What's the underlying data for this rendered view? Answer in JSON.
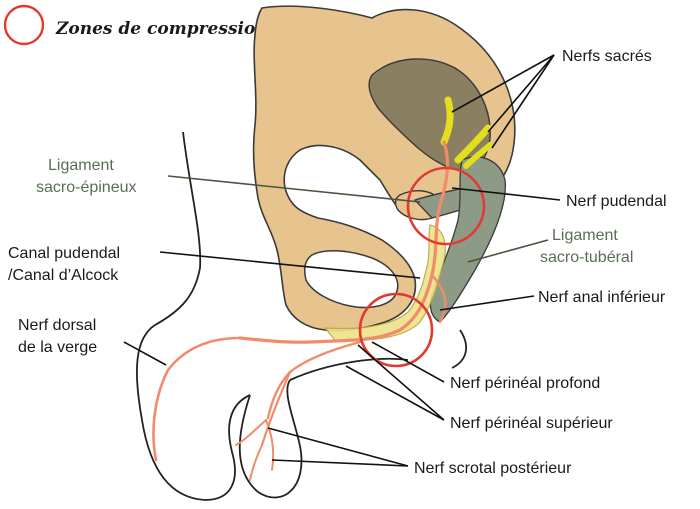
{
  "legend": {
    "text": "Zones de compression",
    "color": "#e23a30"
  },
  "colors": {
    "bone": "#e7c48e",
    "bone_stroke": "#3a3a3a",
    "bone_shadow": "#8b7f62",
    "ligament": "#8d9b86",
    "nerve_yellow": "#e3df1c",
    "nerve_orange": "#f28b6a",
    "skin_stroke": "#222222",
    "zone": "#e23a30"
  },
  "labels": {
    "nerfs_sacres": "Nerfs sacrés",
    "ligament_sacro_epineux_1": "Ligament",
    "ligament_sacro_epineux_2": "sacro-épineux",
    "nerf_pudendal": "Nerf pudendal",
    "canal_pudendal_1": "Canal pudendal",
    "canal_pudendal_2": "/Canal d’Alcock",
    "ligament_sacro_tuberal_1": "Ligament",
    "ligament_sacro_tuberal_2": "sacro-tubéral",
    "nerf_anal_inferieur": "Nerf anal inférieur",
    "nerf_dorsal_1": "Nerf dorsal",
    "nerf_dorsal_2": "de la verge",
    "nerf_perineal_profond": "Nerf périnéal profond",
    "nerf_perineal_superieur": "Nerf périnéal supérieur",
    "nerf_scrotal_posterieur": "Nerf scrotal postérieur"
  }
}
